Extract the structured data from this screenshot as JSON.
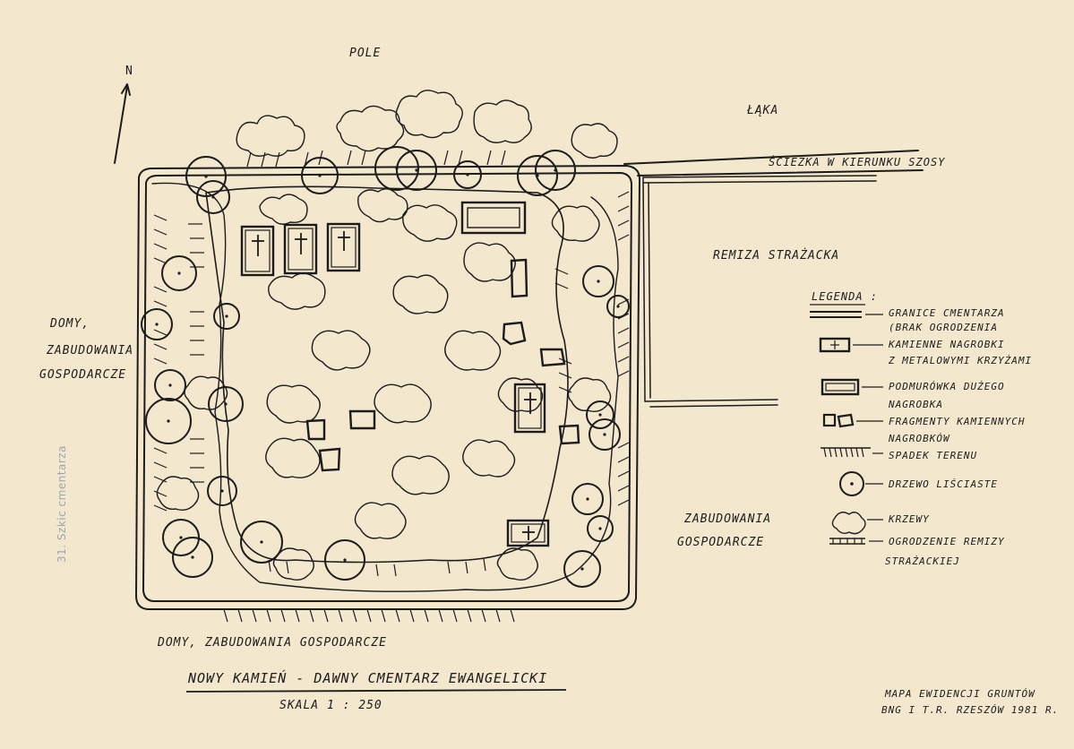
{
  "labels": {
    "pole": "POLE",
    "laka": "ŁĄKA",
    "sciezka": "ŚCIEŻKA W KIERUNKU SZOSY",
    "remiza": "REMIZA STRAŻACKA",
    "domy_left_1": "DOMY,",
    "domy_left_2": "ZABUDOWANIA",
    "domy_left_3": "GOSPODARCZE",
    "zabud_right_1": "ZABUDOWANIA",
    "zabud_right_2": "GOSPODARCZE",
    "domy_bottom": "DOMY, ZABUDOWANIA GOSPODARCZE",
    "north": "N",
    "title": "NOWY KAMIEŃ - DAWNY CMENTARZ EWANGELICKI",
    "scale": "SKALA 1 : 250",
    "credit_1": "MAPA EWIDENCJI GRUNTÓW",
    "credit_2": "BNG I T.R. RZESZÓW 1981 r.",
    "side_caption": "31. Szkic cmentarza"
  },
  "legend": {
    "title": "LEGENDA :",
    "items": [
      {
        "line1": "GRANICE CMENTARZA",
        "line2": "(BRAK OGRODZENIA"
      },
      {
        "line1": "KAMIENNE NAGROBKI",
        "line2": "Z METALOWYMI KRZYŻAMI"
      },
      {
        "line1": "PODMURÓWKA DUŻEGO",
        "line2": "NAGROBKA"
      },
      {
        "line1": "FRAGMENTY KAMIENNYCH",
        "line2": "NAGROBKÓW"
      },
      {
        "line1": "SPADEK TERENU",
        "line2": ""
      },
      {
        "line1": "DRZEWO LIŚCIASTE",
        "line2": ""
      },
      {
        "line1": "KRZEWY",
        "line2": ""
      },
      {
        "line1": "OGRODZENIE REMIZY",
        "line2": "STRAŻACKIEJ"
      }
    ]
  },
  "colors": {
    "paper": "#f3e7cd",
    "ink": "#1c1c1c"
  }
}
